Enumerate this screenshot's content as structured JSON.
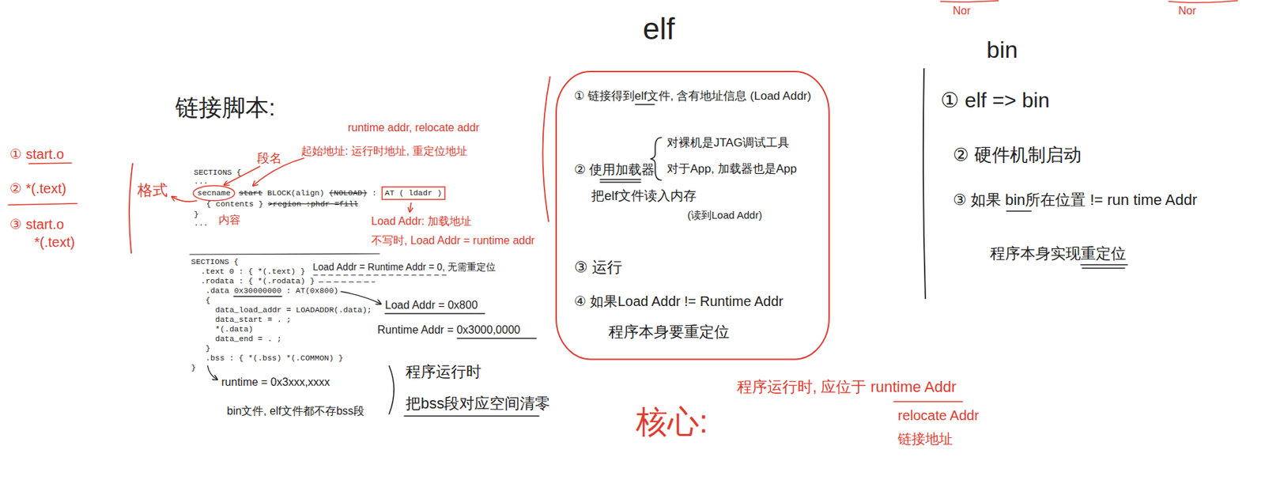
{
  "diagram": {
    "nodes": [
      {
        "text": [
          "① 链接得到elf文件, 含有地址信息 (Load Addr)",
          "② 使用加载器",
          "对裸机是JTAG调试工具",
          "对于App, 加载器也是App",
          "把elf文件读入内存",
          "(读到Load Addr)",
          "③ 运行",
          "④ 如果Load Addr != Runtime Addr",
          "程序本身要重定位"
        ]
      },
      {
        "text": [
          "secname"
        ]
      },
      {
        "text": [
          "AT ( ldadr )"
        ]
      }
    ],
    "labels": [
      "链接脚本:",
      "① start.o",
      "② *(.text)",
      "③ start.o",
      "*(.text)",
      "格式",
      "SECTIONS {",
      "...",
      "start",
      "BLOCK(align)",
      "(NOLOAD)",
      ":",
      "{ contents }",
      ">region :phdr =fill",
      "}",
      "...",
      "段名",
      "起始地址: 运行时地址, 重定位地址",
      "runtime addr, relocate addr",
      "内容",
      "Load Addr: 加载地址",
      "不写时, Load Addr = runtime addr",
      "SECTIONS {",
      ".text 0 : { *(.text) }",
      ".rodata : { *(.rodata) }",
      ".data 0x30000000 : AT(0x800)",
      "{",
      "data_load_addr = LOADADDR(.data);",
      "data_start = . ;",
      "*(.data)",
      "data_end = . ;",
      "}",
      ".bss : { *(.bss) *(.COMMON) }",
      "}",
      "Load Addr = Runtime Addr = 0, 无需重定位",
      "Load Addr = 0x800",
      "Runtime Addr = 0x3000,0000",
      "runtime = 0x3xxx,xxxx",
      "bin文件, elf文件都不存bss段",
      "程序运行时",
      "把bss段对应空间清零",
      "elf",
      "核心:",
      "程序运行时, 应位于 runtime Addr",
      "relocate Addr",
      "链接地址",
      "bin",
      "① elf => bin",
      "② 硬件机制启动",
      "③ 如果 bin所在位置 != run time Addr",
      "程序本身实现重定位",
      "Nor",
      "Nor"
    ]
  }
}
